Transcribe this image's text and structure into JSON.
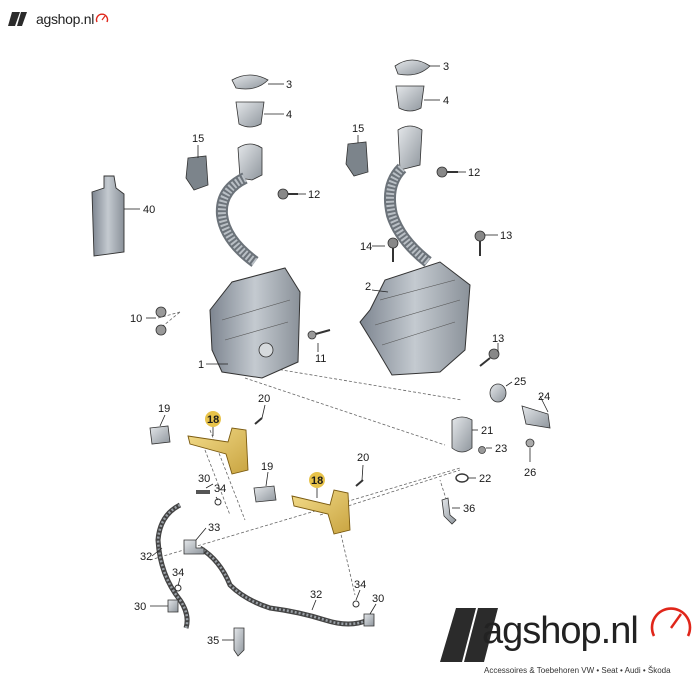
{
  "brand": {
    "name": "agshop.nl",
    "tagline": "Accessoires & Toebehoren VW • Seat • Audi • Škoda",
    "accent_color": "#e0261a",
    "dark_color": "#2b2b2b"
  },
  "diagram": {
    "callouts": [
      "3",
      "4",
      "3",
      "4",
      "15",
      "12",
      "15",
      "12",
      "40",
      "14",
      "13",
      "2",
      "10",
      "11",
      "1",
      "13",
      "25",
      "24",
      "19",
      "18",
      "20",
      "21",
      "23",
      "26",
      "22",
      "19",
      "30",
      "34",
      "18",
      "20",
      "33",
      "36",
      "32",
      "34",
      "32",
      "34",
      "30",
      "30",
      "35"
    ],
    "highlighted_part": "18"
  }
}
